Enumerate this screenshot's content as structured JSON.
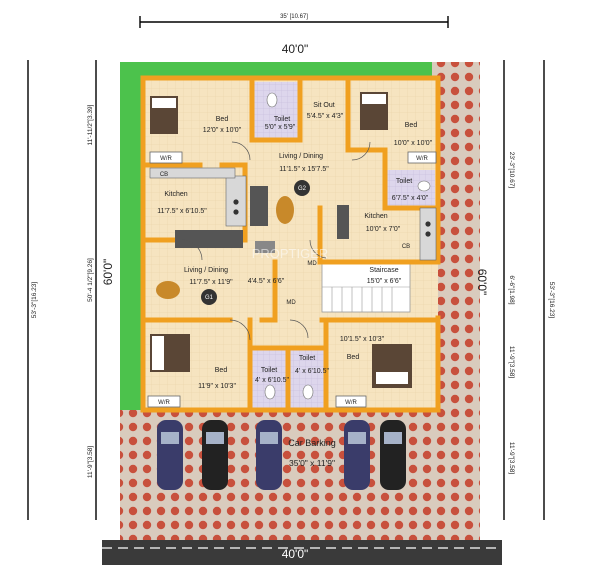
{
  "plan": {
    "top_dim": "35' [10.67]",
    "top_width": "40'0\"",
    "bottom_width": "40'0\"",
    "left_height": "60'0\"",
    "right_height": "60'0\"",
    "left_total": "53'-3\"[16.23]",
    "left_mid": "50'-4 1/2\"[9.26]",
    "left_top": "11'-11/2\"[3.39]",
    "left_bottom": "11'-9\"[3.58]",
    "right_total": "53'-3\"[16.23]",
    "right_top": "23'-3\"[10.67]",
    "right_mid": "6'-6\"[1.98]",
    "right_lower": "11'-9\"[3.58]",
    "right_bottom": "11'-9\"[3.58]"
  },
  "rooms": {
    "bed_tl": {
      "name": "Bed",
      "size": "12'0\" x 10'0\""
    },
    "toilet_tl": {
      "name": "Toilet",
      "size": "5'0\" x 5'9\""
    },
    "sitout": {
      "name": "Sit Out",
      "size": "5'4.5\" x 4'3\""
    },
    "bed_tr": {
      "name": "Bed",
      "size": "10'0\" x 10'0\""
    },
    "living_dining_2": {
      "name": "Living / Dining",
      "size": "11'1.5\" x 15'7.5\"",
      "tag": "G2"
    },
    "toilet_tr": {
      "name": "Toilet",
      "size": "6'7.5\" x 4'0\""
    },
    "kitchen_left": {
      "name": "Kitchen",
      "size": "11'7.5\" x 6'10.5\""
    },
    "kitchen_right": {
      "name": "Kitchen",
      "size": "10'0\" x 7'0\""
    },
    "living_dining_1": {
      "name": "Living / Dining",
      "size": "11'7.5\" x 11'9\"",
      "tag": "G1"
    },
    "passage": {
      "size": "4'4.5\" x 6'6\""
    },
    "staircase": {
      "name": "Staircase",
      "size": "15'0\" x 6'6\""
    },
    "bed_bl": {
      "name": "Bed",
      "size": "11'9\" x 10'3\""
    },
    "toilet_bl": {
      "name": "Toilet",
      "size": "4' x 6'10.5\""
    },
    "toilet_bm": {
      "name": "Toilet",
      "size": "4' x 6'10.5\""
    },
    "bed_br": {
      "name": "Bed",
      "size": "10'1.5\" x 10'3\""
    },
    "parking": {
      "name": "Car Barking",
      "size": "35'0\" x 11'9\""
    }
  },
  "labels": {
    "wr": "W/R",
    "cb": "CB",
    "md": "MD",
    "watermark": "PROPTIGER"
  },
  "colors": {
    "wall": "#f0a020",
    "floor": "#f4e0b8",
    "lawn": "#4cc24c",
    "paving": "#c9b8a8",
    "paving_dot": "#c8503c",
    "road": "#3a3a3a"
  }
}
